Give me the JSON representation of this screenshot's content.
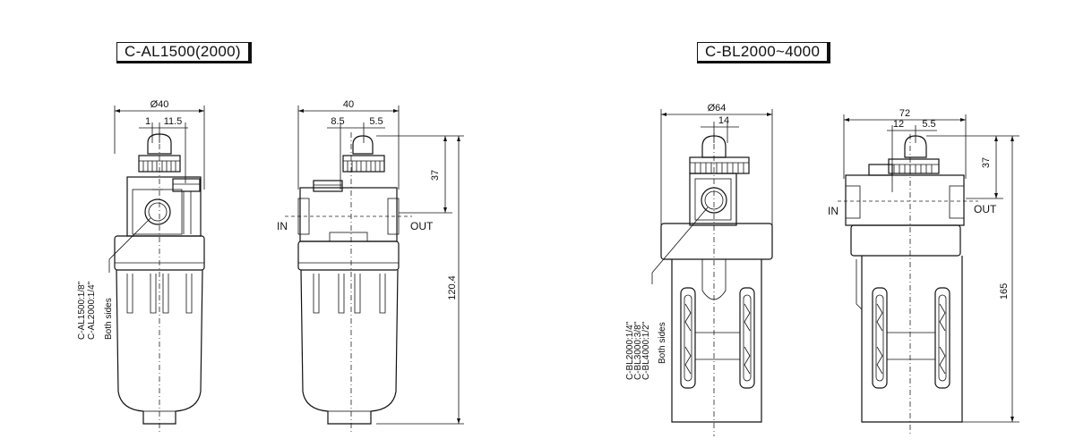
{
  "models": {
    "left": {
      "title": "C-AL1500(2000)",
      "front": {
        "dia": "Ø40",
        "d1": "1",
        "d2": "11.5"
      },
      "side": {
        "width": "40",
        "d1": "8.5",
        "d2": "5.5",
        "height_top": "37",
        "height_total": "120.4",
        "in": "IN",
        "out": "OUT"
      },
      "port_note": [
        "C-AL1500:1/8\"",
        "C-AL2000:1/4\"",
        "Both sides"
      ]
    },
    "right": {
      "title": "C-BL2000~4000",
      "front": {
        "dia": "Ø64",
        "d1": "14"
      },
      "side": {
        "width": "72",
        "d1": "12",
        "d2": "5.5",
        "height_top": "37",
        "height_total": "165",
        "in": "IN",
        "out": "OUT"
      },
      "port_note": [
        "C-BL2000:1/4\"",
        "C-BL3000:3/8\"",
        "C-BL4000:1/2\"",
        "Both sides"
      ]
    }
  }
}
